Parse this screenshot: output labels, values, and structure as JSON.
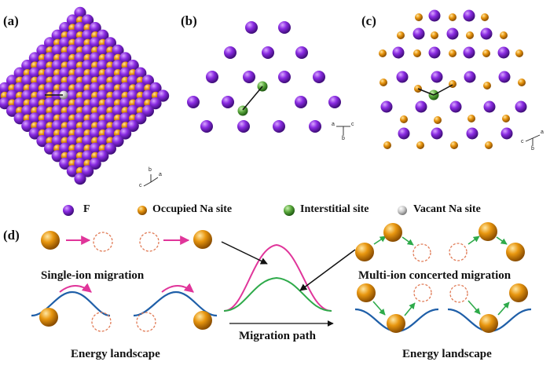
{
  "panels": {
    "a": "(a)",
    "b": "(b)",
    "c": "(c)",
    "d": "(d)"
  },
  "legend": {
    "f": "F",
    "occupied": "Occupied Na site",
    "interstitial": "Interstitial site",
    "vacant": "Vacant Na site"
  },
  "captions": {
    "single_ion": "Single-ion migration",
    "energy_left": "Energy landscape",
    "migration_path": "Migration path",
    "multi_ion": "Multi-ion concerted migration",
    "energy_right": "Energy landscape"
  },
  "axes": {
    "a": {
      "c": "c",
      "b": "b",
      "a": "a"
    },
    "b": {
      "a": "a",
      "c": "c",
      "b": "b"
    },
    "c": {
      "c": "c",
      "b": "b",
      "a": "a"
    }
  },
  "colors": {
    "fluorine": "#8a2be2",
    "sodium": "#e8960f",
    "interstitial": "#5aa83c",
    "vacant": "#b8b8b8",
    "pink_curve": "#e0359a",
    "green_curve": "#2eaa4a",
    "blue_landscape": "#1f5fa8",
    "vacancy_dash": "#e07a55"
  }
}
